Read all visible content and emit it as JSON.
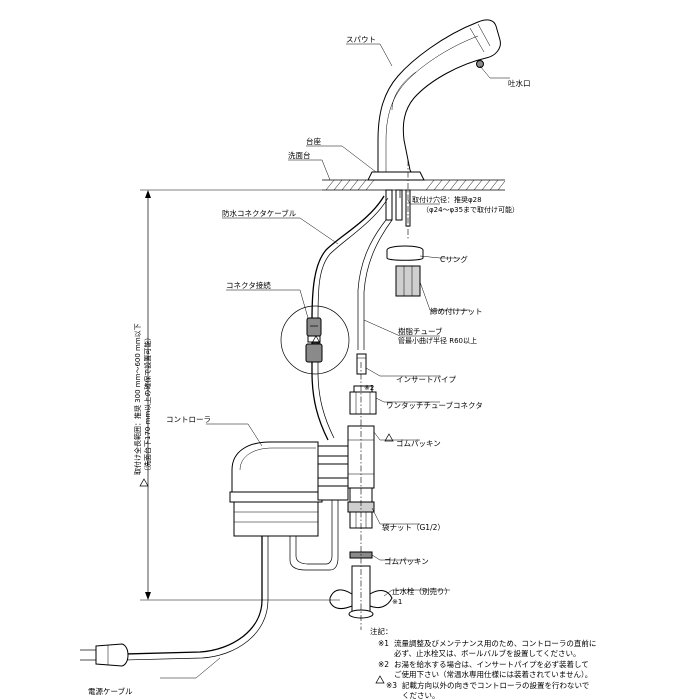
{
  "labels": {
    "spout": "スパウト",
    "spout_outlet": "吐水口",
    "base": "台座",
    "washbasin": "洗面台",
    "mount_hole_line1": "取付け穴径：推奨φ28",
    "mount_hole_line2": "（φ24〜φ35まで取付け可能）",
    "waterproof_cable": "防水コネクタケーブル",
    "c_ring": "Cリング",
    "connector": "コネクタ接続",
    "tightening_nut": "締め付けナット",
    "supply_tube": "樹脂チューブ",
    "tube_bend": "管最小曲げ半径 R60以上",
    "insert_pipe": "インサートパイプ",
    "note_mark_2": "※2",
    "one_touch": "ワンタッチチューブコネクタ",
    "controller": "コントローラ",
    "rubber_packing_1": "ゴムパッキン",
    "bag_nut": "袋ナット（G1/2）",
    "rubber_packing_2": "ゴムパッキン",
    "stop_valve": "止水栓（別売り）",
    "note_mark_1": "※1",
    "power_cable": "電源ケーブル",
    "dimension_line1": "取付け全長範囲：推奨 300 mm〜600 mm以下",
    "dimension_line2": "（洗面台下170 mm以上の確保で設置可能）"
  },
  "notes": {
    "heading": "注記：",
    "n1_mark": "※1",
    "n1_line1": "流量調整及びメンテナンス用のため、コントローラの直前に",
    "n1_line2": "必ず、止水栓又は、ボールバルブを設置してください。",
    "n2_mark": "※2",
    "n2_line1": "お湯を給水する場合は、インサートパイプを必ず装着して",
    "n2_line2": "ご使用下さい（常温水専用仕様には装着されていません）。",
    "n3_mark": "※3",
    "n3_line1": "記載方向以外の向きでコントローラの設置を行わないで",
    "n3_line2": "ください。"
  },
  "icons": {
    "warning": "warning-triangle-icon"
  }
}
